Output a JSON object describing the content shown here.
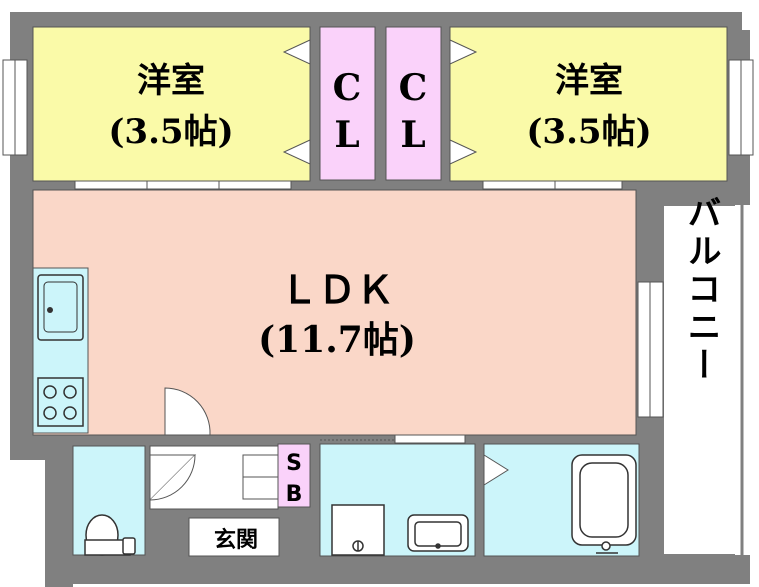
{
  "rooms": {
    "western_left": {
      "name": "洋室",
      "size": "(3.5帖)"
    },
    "western_right": {
      "name": "洋室",
      "size": "(3.5帖)"
    },
    "closet_left": {
      "line1": "C",
      "line2": "L"
    },
    "closet_right": {
      "line1": "C",
      "line2": "L"
    },
    "ldk": {
      "name": "ＬＤＫ",
      "size": "(11.7帖)"
    },
    "balcony": {
      "name": "バルコニー"
    },
    "shoe_box": {
      "line1": "S",
      "line2": "B"
    },
    "entrance": {
      "name": "玄関"
    }
  },
  "colors": {
    "wall": "#808080",
    "western": "#fafaa8",
    "closet": "#fad2fa",
    "ldk": "#fad7c8",
    "wet_area": "#ccf5fa",
    "balcony": "#ffffff",
    "kitchen": "#ccf5fa"
  }
}
